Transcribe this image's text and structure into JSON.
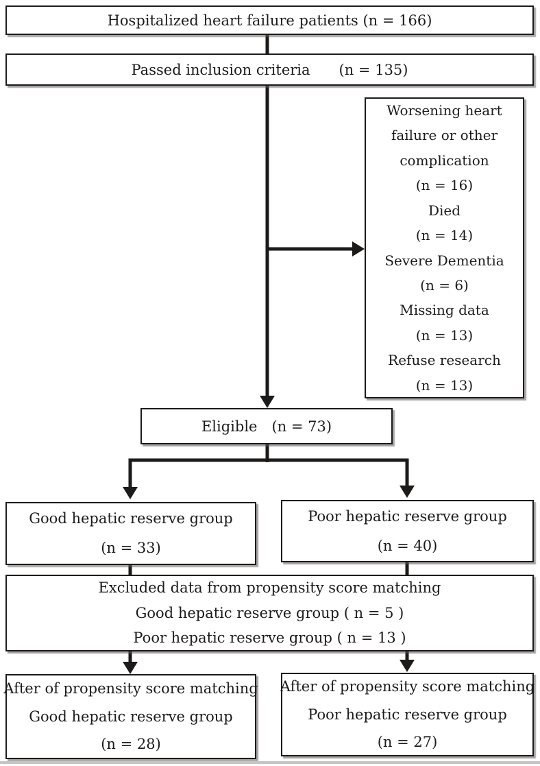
{
  "figure": {
    "kind": "patient-flow-diagram",
    "colors": {
      "ink": "#1d1b1a",
      "box_background": "#ffffff",
      "page_background": "#ffffff"
    },
    "boxes": {
      "hospitalized": {
        "lines": [
          "Hospitalized heart failure patients (n = 166)"
        ]
      },
      "inclusion": {
        "lines": [
          "Passed inclusion criteria　　(n = 135)"
        ]
      },
      "exclusions": {
        "lines": [
          "Worsening heart",
          "failure or other",
          "complication",
          "(n = 16)",
          "Died",
          "(n = 14)",
          "Severe Dementia",
          "(n = 6)",
          "Missing data",
          "(n = 13)",
          "Refuse research",
          "(n = 13)"
        ]
      },
      "eligible": {
        "lines": [
          "Eligible　(n = 73)"
        ]
      },
      "good_group": {
        "lines": [
          "Good hepatic reserve group",
          "(n = 33)"
        ]
      },
      "poor_group": {
        "lines": [
          "Poor hepatic reserve group",
          "(n = 40)"
        ]
      },
      "excluded_psm": {
        "lines": [
          "Excluded data from propensity score matching",
          "Good hepatic reserve group ( n = 5 )",
          "Poor hepatic reserve group ( n = 13 )"
        ]
      },
      "after_good": {
        "lines": [
          "After of propensity score matching",
          "Good hepatic reserve group",
          "(n = 28)"
        ]
      },
      "after_poor": {
        "lines": [
          "After of propensity score matching",
          "Poor hepatic reserve group",
          "(n = 27)"
        ]
      }
    }
  }
}
